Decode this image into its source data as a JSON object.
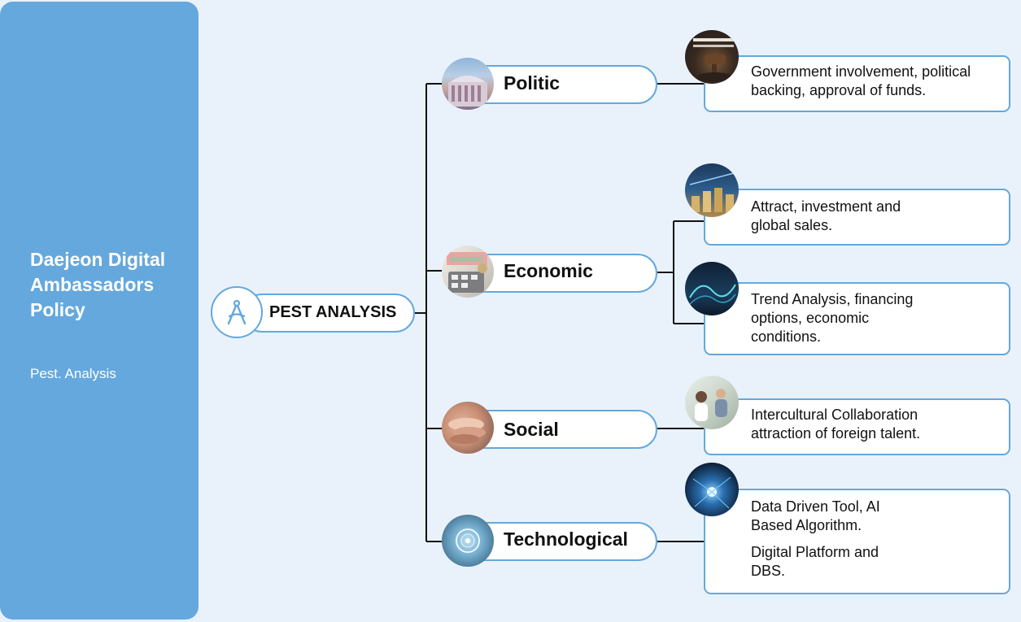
{
  "sidebar": {
    "title_lines": [
      "Daejeon Digital",
      "Ambassadors",
      "Policy"
    ],
    "subtitle": "Pest. Analysis"
  },
  "diagram": {
    "root": {
      "label": "PEST ANALYSIS",
      "icon": "compass-icon"
    },
    "categories": [
      {
        "label": "Politic",
        "image": "government-building-photo"
      },
      {
        "label": "Economic",
        "image": "calculator-money-photo"
      },
      {
        "label": "Social",
        "image": "stacked-hands-photo"
      },
      {
        "label": "Technological",
        "image": "digital-technology-photo"
      }
    ],
    "details": {
      "politic": {
        "lines": [
          "Government involvement, political",
          "backing, approval of funds."
        ],
        "image": "gavel-photo"
      },
      "economic_1": {
        "lines": [
          "Attract, investment and",
          "global sales."
        ],
        "image": "coins-chart-photo"
      },
      "economic_2": {
        "lines": [
          "Trend Analysis, financing",
          "options, economic",
          "conditions."
        ],
        "image": "trend-graph-photo"
      },
      "social": {
        "lines": [
          "Intercultural Collaboration",
          "attraction of foreign talent."
        ],
        "image": "collaboration-photo"
      },
      "technological": {
        "lines": [
          "Data Driven Tool, AI",
          "Based Algorithm.",
          "Digital Platform and",
          "DBS."
        ],
        "image": "ai-network-photo"
      }
    },
    "colors": {
      "accent": "#64a8dd",
      "background": "#e9f2fb",
      "line": "#111111"
    }
  }
}
